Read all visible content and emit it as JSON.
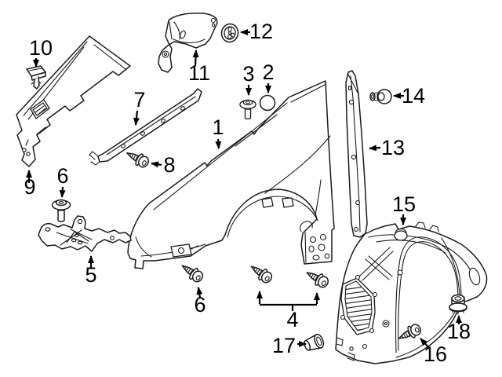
{
  "diagram": {
    "kind": "exploded-parts-diagram",
    "background_color": "#ffffff",
    "line_color": "#1a1a1a",
    "label_color": "#000000"
  },
  "callouts": [
    {
      "label": "1",
      "part": "fender-panel"
    },
    {
      "label": "2",
      "part": "plug-cap"
    },
    {
      "label": "3",
      "part": "flange-bolt"
    },
    {
      "label": "4",
      "part": "screw-pair"
    },
    {
      "label": "5",
      "part": "mounting-bracket"
    },
    {
      "label": "6",
      "part": "flange-bolt"
    },
    {
      "label": "6",
      "part": "screw"
    },
    {
      "label": "7",
      "part": "upper-rail"
    },
    {
      "label": "8",
      "part": "screw"
    },
    {
      "label": "9",
      "part": "insulator-panel"
    },
    {
      "label": "10",
      "part": "push-clip"
    },
    {
      "label": "11",
      "part": "corner-shield"
    },
    {
      "label": "12",
      "part": "grommet"
    },
    {
      "label": "13",
      "part": "rear-molding-strip"
    },
    {
      "label": "14",
      "part": "retainer-clip"
    },
    {
      "label": "15",
      "part": "fender-liner"
    },
    {
      "label": "16",
      "part": "screw"
    },
    {
      "label": "17",
      "part": "tube-nut"
    },
    {
      "label": "18",
      "part": "cap-nut"
    }
  ]
}
